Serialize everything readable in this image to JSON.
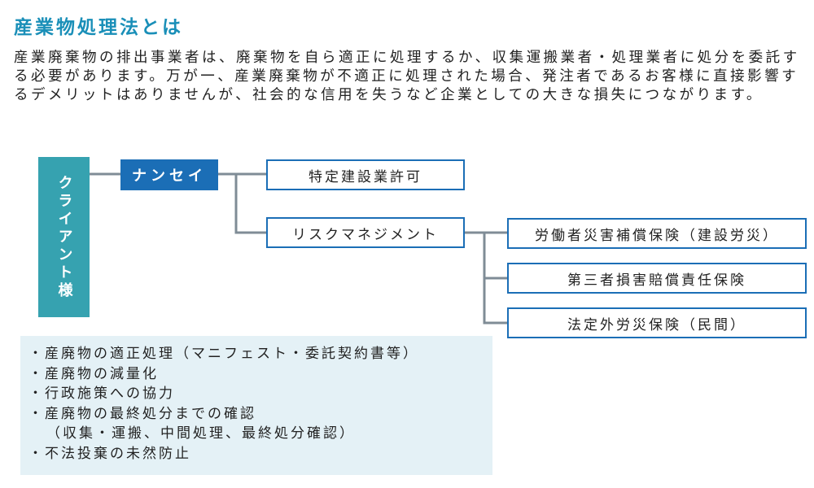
{
  "title": "産業物処理法とは",
  "intro": "産業廃棄物の排出事業者は、廃棄物を自ら適正に処理するか、収集運搬業者・処理業者に処分を委託する必要があります。万が一、産業廃棄物が不適正に処理された場合、発注者であるお客様に直接影響するデメリットはありませんが、社会的な信用を失うなど企業としての大きな損失につながります。",
  "diagram": {
    "client": "クライアント様",
    "company": "ナンセイ",
    "branches": {
      "permit": "特定建設業許可",
      "risk": "リスクマネジメント"
    },
    "insurance": [
      "労働者災害補償保険（建設労災）",
      "第三者損害賠償責任保険",
      "法定外労災保険（民間）"
    ]
  },
  "notes": [
    {
      "text": "・産廃物の適正処理（マニフェスト・委託契約書等）"
    },
    {
      "text": "・産廃物の減量化"
    },
    {
      "text": "・行政施策への協力"
    },
    {
      "text": "・産廃物の最終処分までの確認",
      "sub": "（収集・運搬、中間処理、最終処分確認）"
    },
    {
      "text": "・不法投棄の未然防止"
    }
  ],
  "colors": {
    "title": "#1a8fb8",
    "client_box": "#36a2b0",
    "company_box": "#1b6eb6",
    "box_border": "#1b6eb6",
    "connector": "#7f8c96",
    "notes_bg": "#e4f1f6"
  }
}
